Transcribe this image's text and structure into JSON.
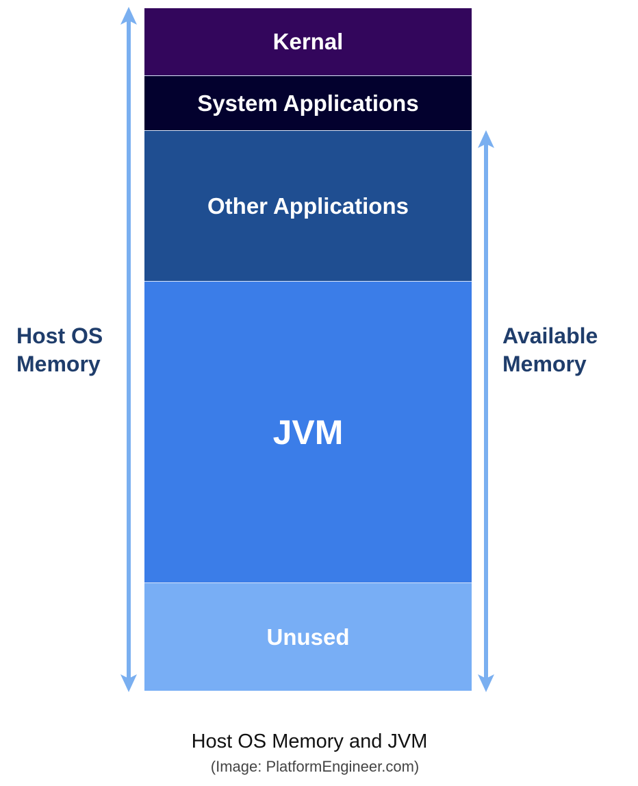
{
  "diagram": {
    "segments": [
      {
        "id": "kernal",
        "label": "Kernal",
        "color": "#33065c"
      },
      {
        "id": "system-applications",
        "label": "System Applications",
        "color": "#03012e"
      },
      {
        "id": "other-applications",
        "label": "Other Applications",
        "color": "#1f4e91"
      },
      {
        "id": "jvm",
        "label": "JVM",
        "color": "#3b7de8"
      },
      {
        "id": "unused",
        "label": "Unused",
        "color": "#78aef5"
      }
    ],
    "left_span": {
      "label_line1": "Host OS",
      "label_line2": "Memory",
      "covers": "Kernal through Unused"
    },
    "right_span": {
      "label_line1": "Available",
      "label_line2": "Memory",
      "covers": "Other Applications through Unused"
    },
    "arrow_color": "#7aaff0",
    "label_color": "#1f3d6b"
  },
  "caption": {
    "title": "Host OS Memory and JVM",
    "credit": "(Image: PlatformEngineer.com)"
  }
}
